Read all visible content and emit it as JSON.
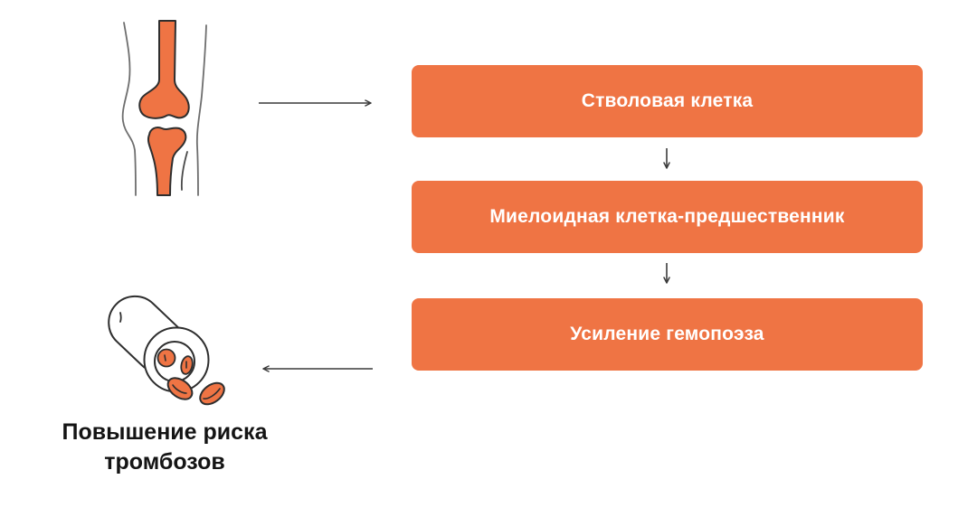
{
  "boxes": [
    {
      "label": "Стволовая клетка"
    },
    {
      "label": "Миелоидная клетка-предшественник"
    },
    {
      "label": "Усиление гемопоэза"
    }
  ],
  "caption": {
    "lines": [
      "Повышение риска",
      "тромбозов"
    ]
  },
  "icons": {
    "bone": "knee-bone-marrow-icon",
    "vessel": "blood-vessel-red-cells-icon"
  },
  "colors": {
    "accent": "#EF7444",
    "box_text": "#FFFFFF",
    "caption_text": "#141414",
    "arrow": "#3A3A3A",
    "outline": "#2E2E2E",
    "leg_outline": "#6E6E6E",
    "background": "#FFFFFF"
  }
}
